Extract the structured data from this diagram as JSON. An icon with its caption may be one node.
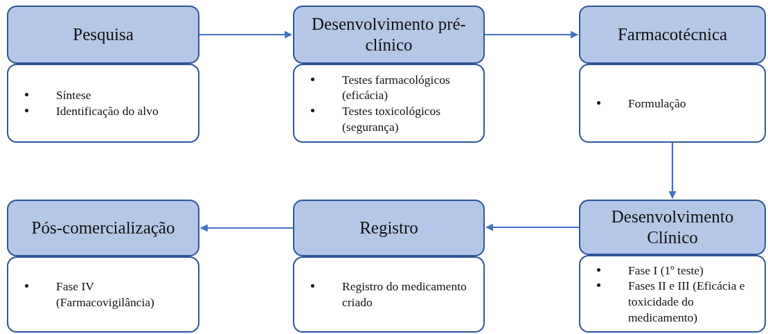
{
  "diagram": {
    "nodes": [
      {
        "text": [
          "Pesquisa"
        ]
      },
      {
        "text": [
          "Síntese",
          "Identificação do alvo"
        ]
      },
      {
        "text": [
          "Desenvolvimento pré-clínico"
        ]
      },
      {
        "text": [
          "Testes farmacológicos (eficácia)",
          "Testes toxicológicos (segurança)"
        ]
      },
      {
        "text": [
          "Farmacotécnica"
        ]
      },
      {
        "text": [
          "Formulação"
        ]
      },
      {
        "text": [
          "Pós-comercialização"
        ]
      },
      {
        "text": [
          "Fase IV (Farmacovigilância)"
        ]
      },
      {
        "text": [
          "Registro"
        ]
      },
      {
        "text": [
          "Registro do medicamento criado"
        ]
      },
      {
        "text": [
          "Desenvolvimento Clínico"
        ]
      },
      {
        "text": [
          "Fase I (1º teste)",
          "Fases II e III (Eficácia e toxicidade do medicamento)"
        ]
      }
    ],
    "edges": [
      {
        "from": 0,
        "to": 2,
        "arrow": "to"
      },
      {
        "from": 2,
        "to": 4,
        "arrow": "to"
      },
      {
        "from": 5,
        "to": 10,
        "arrow": "to"
      },
      {
        "from": 10,
        "to": 8,
        "arrow": "to"
      },
      {
        "from": 8,
        "to": 6,
        "arrow": "to"
      }
    ]
  }
}
